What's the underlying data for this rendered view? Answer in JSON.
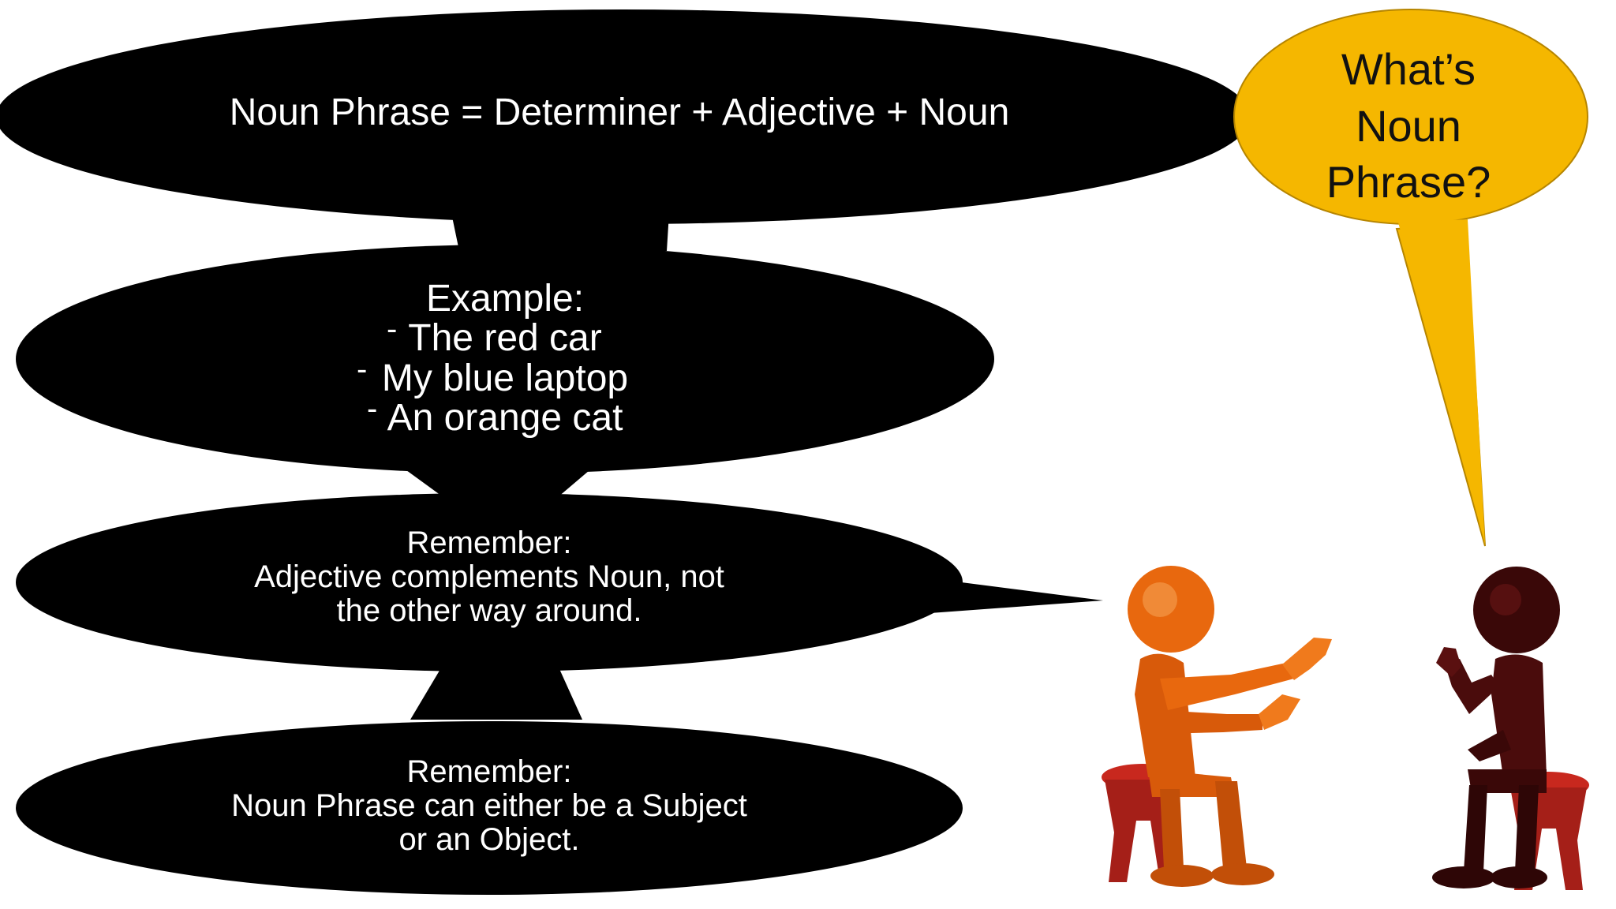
{
  "colors": {
    "bubble_dark": "#000000",
    "bubble_yellow": "#f5b700",
    "bubble_yellow_outline": "#b68500",
    "text_light": "#ffffff",
    "text_dark": "#111111",
    "figure_orange": "#e8680e",
    "figure_dark": "#4a0c0c",
    "stool_red": "#c8281e"
  },
  "bubbles": {
    "formula": {
      "text": "Noun Phrase = Determiner + Adjective + Noun"
    },
    "example": {
      "heading": "Example:",
      "items": [
        "The red car",
        "My blue laptop",
        "An orange cat"
      ],
      "bullet": "-"
    },
    "remember_adjective": {
      "heading": "Remember:",
      "body": "Adjective complements Noun, not the other way around."
    },
    "remember_role": {
      "heading": "Remember:",
      "body": "Noun Phrase can either be a Subject or an Object."
    },
    "question": {
      "line1": "What’s",
      "line2": "Noun",
      "line3": "Phrase?"
    }
  },
  "illustration": {
    "icon": "two-people-talking-icon"
  }
}
